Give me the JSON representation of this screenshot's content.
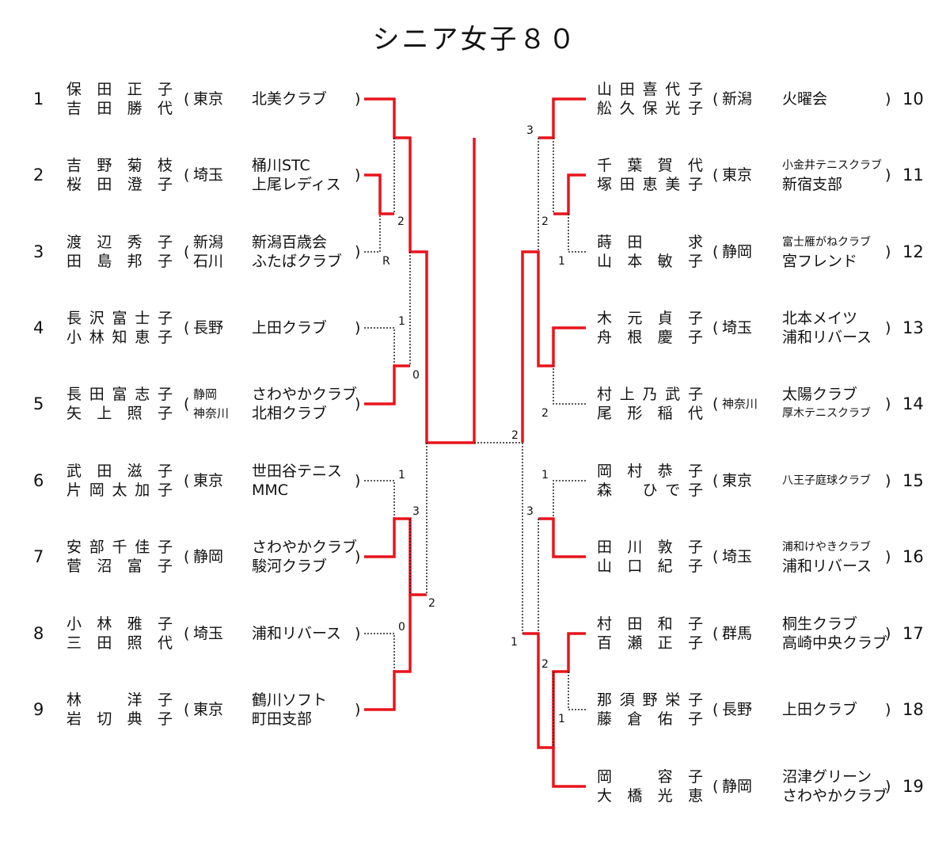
{
  "title": "シニア女子８０",
  "entries": [
    {
      "seed": "1",
      "p1": "保田正子",
      "p2": "吉田勝代",
      "pref1": "東京",
      "pref2": "",
      "club1": "北美クラブ",
      "club2": ""
    },
    {
      "seed": "2",
      "p1": "吉野菊枝",
      "p2": "桜田澄子",
      "pref1": "埼玉",
      "pref2": "",
      "club1": "桶川STC",
      "club2": "上尾レディス"
    },
    {
      "seed": "3",
      "p1": "渡辺秀子",
      "p2": "田島邦子",
      "pref1": "新潟",
      "pref2": "石川",
      "club1": "新潟百歳会",
      "club2": "ふたばクラブ"
    },
    {
      "seed": "4",
      "p1": "長沢富士子",
      "p2": "小林知恵子",
      "pref1": "長野",
      "pref2": "",
      "club1": "上田クラブ",
      "club2": ""
    },
    {
      "seed": "5",
      "p1": "長田富志子",
      "p2": "矢上照子",
      "pref1": "静岡",
      "pref2": "神奈川",
      "club1": "さわやかクラブ",
      "club2": "北相クラブ"
    },
    {
      "seed": "6",
      "p1": "武田滋子",
      "p2": "片岡太加子",
      "pref1": "東京",
      "pref2": "",
      "club1": "世田谷テニス",
      "club2": "MMC"
    },
    {
      "seed": "7",
      "p1": "安部千佳子",
      "p2": "菅沼富子",
      "pref1": "静岡",
      "pref2": "",
      "club1": "さわやかクラブ",
      "club2": "駿河クラブ"
    },
    {
      "seed": "8",
      "p1": "小林雅子",
      "p2": "三田照代",
      "pref1": "埼玉",
      "pref2": "",
      "club1": "浦和リバース",
      "club2": ""
    },
    {
      "seed": "9",
      "p1": "林　洋子",
      "p2": "岩切典子",
      "pref1": "東京",
      "pref2": "",
      "club1": "鶴川ソフト",
      "club2": "町田支部"
    },
    {
      "seed": "10",
      "p1": "山田喜代子",
      "p2": "舩久保光子",
      "pref1": "新潟",
      "pref2": "",
      "club1": "火曜会",
      "club2": ""
    },
    {
      "seed": "11",
      "p1": "千葉賀代",
      "p2": "塚田恵美子",
      "pref1": "東京",
      "pref2": "",
      "club1": "小金井テニスクラブ",
      "club2": "新宿支部"
    },
    {
      "seed": "12",
      "p1": "蒔田　求",
      "p2": "山本敏子",
      "pref1": "静岡",
      "pref2": "",
      "club1": "富士雁がねクラブ",
      "club2": "宮フレンド"
    },
    {
      "seed": "13",
      "p1": "木元貞子",
      "p2": "舟根慶子",
      "pref1": "埼玉",
      "pref2": "",
      "club1": "北本メイツ",
      "club2": "浦和リバース"
    },
    {
      "seed": "14",
      "p1": "村上乃武子",
      "p2": "尾形稲代",
      "pref1": "神奈川",
      "pref2": "",
      "club1": "太陽クラブ",
      "club2": "厚木テニスクラブ"
    },
    {
      "seed": "15",
      "p1": "岡村恭子",
      "p2": "森　ひで子",
      "pref1": "東京",
      "pref2": "",
      "club1": "八王子庭球クラブ",
      "club2": ""
    },
    {
      "seed": "16",
      "p1": "田川敦子",
      "p2": "山口紀子",
      "pref1": "埼玉",
      "pref2": "",
      "club1": "浦和けやきクラブ",
      "club2": "浦和リバース"
    },
    {
      "seed": "17",
      "p1": "村田和子",
      "p2": "百瀬正子",
      "pref1": "群馬",
      "pref2": "",
      "club1": "桐生クラブ",
      "club2": "高崎中央クラブ"
    },
    {
      "seed": "18",
      "p1": "那須野栄子",
      "p2": "藤倉佑子",
      "pref1": "長野",
      "pref2": "",
      "club1": "上田クラブ",
      "club2": ""
    },
    {
      "seed": "19",
      "p1": "岡　容子",
      "p2": "大橋光恵",
      "pref1": "静岡",
      "pref2": "",
      "club1": "沼津グリーン",
      "club2": "さわやかクラブ"
    }
  ],
  "scores": [
    {
      "id": "s-2-top",
      "text": "2"
    },
    {
      "id": "s-R",
      "text": "R"
    },
    {
      "id": "s-4",
      "text": "1"
    },
    {
      "id": "s-5",
      "text": "0"
    },
    {
      "id": "s-6",
      "text": "1"
    },
    {
      "id": "s-7",
      "text": "3"
    },
    {
      "id": "s-8",
      "text": "0"
    },
    {
      "id": "s-9",
      "text": "2"
    },
    {
      "id": "s-final",
      "text": "2"
    },
    {
      "id": "s-10",
      "text": "3"
    },
    {
      "id": "s-11",
      "text": "2"
    },
    {
      "id": "s-12",
      "text": "1"
    },
    {
      "id": "s-14",
      "text": "2"
    },
    {
      "id": "s-15",
      "text": "1"
    },
    {
      "id": "s-16",
      "text": "3"
    },
    {
      "id": "s-17a",
      "text": "1"
    },
    {
      "id": "s-17b",
      "text": "2"
    },
    {
      "id": "s-18",
      "text": "1"
    }
  ],
  "colors": {
    "winner_line": "#e8141c",
    "loser_line": "#222222"
  }
}
